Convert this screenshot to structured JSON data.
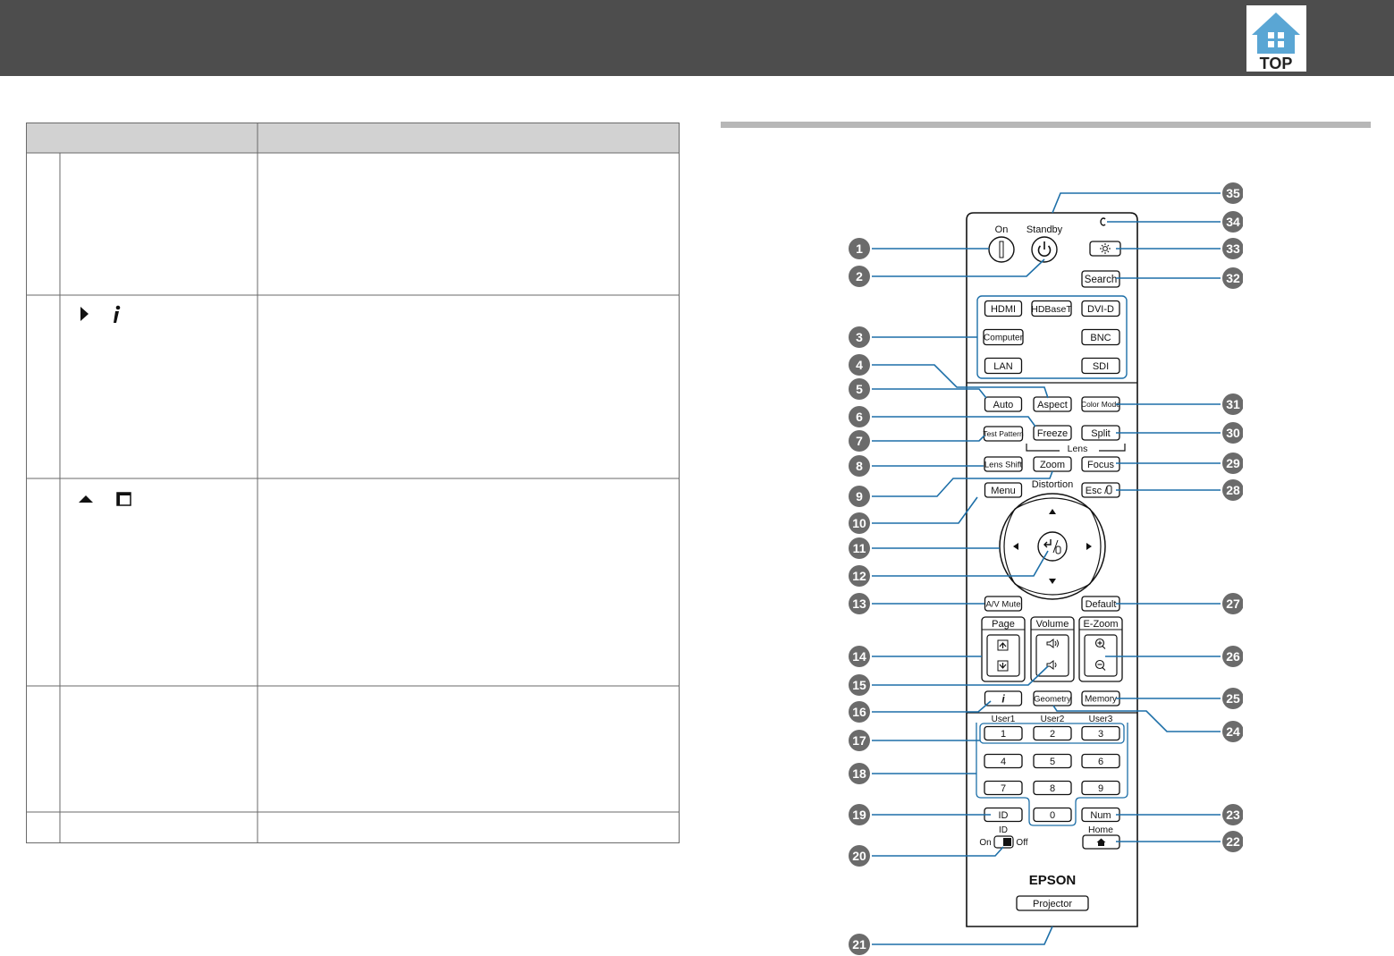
{
  "top_button": {
    "label": "TOP",
    "icon": "house-icon",
    "color": "#5aa6d4"
  },
  "table": {
    "header_fill": "#d2d2d2",
    "rows": [
      {
        "icons": []
      },
      {
        "icons": [
          "triangle-right-icon",
          "info-i-icon"
        ]
      },
      {
        "icons": [
          "triangle-up-icon",
          "window-icon"
        ]
      },
      {
        "icons": []
      },
      {
        "icons": []
      }
    ]
  },
  "remote": {
    "accent": "#1d6fa8",
    "labels": {
      "on": "On",
      "standby": "Standby",
      "lens": "Lens",
      "distortion": "Distortion",
      "page": "Page",
      "volume": "Volume",
      "ezoom": "E-Zoom",
      "user1": "User1",
      "user2": "User2",
      "user3": "User3",
      "id_switch": "ID",
      "id_on": "On",
      "id_off": "Off",
      "home": "Home",
      "brand": "EPSON"
    },
    "buttons": {
      "search": "Search",
      "hdmi": "HDMI",
      "hdbaset": "HDBaseT",
      "dvid": "DVI-D",
      "computer": "Computer",
      "bnc": "BNC",
      "lan": "LAN",
      "sdi": "SDI",
      "auto": "Auto",
      "aspect": "Aspect",
      "color_mode": "Color Mode",
      "freeze": "Freeze",
      "split": "Split",
      "test_pattern": "Test Pattern",
      "lens_shift": "Lens Shift",
      "zoom": "Zoom",
      "focus": "Focus",
      "menu": "Menu",
      "esc": "Esc /",
      "av_mute": "A/V Mute",
      "default": "Default",
      "info": "i",
      "geometry": "Geometry",
      "memory": "Memory",
      "n1": "1",
      "n2": "2",
      "n3": "3",
      "n4": "4",
      "n5": "5",
      "n6": "6",
      "n7": "7",
      "n8": "8",
      "n9": "9",
      "n0": "0",
      "id": "ID",
      "num": "Num",
      "projector": "Projector"
    },
    "callouts": [
      "1",
      "2",
      "3",
      "4",
      "5",
      "6",
      "7",
      "8",
      "9",
      "10",
      "11",
      "12",
      "13",
      "14",
      "15",
      "16",
      "17",
      "18",
      "19",
      "20",
      "21",
      "22",
      "23",
      "24",
      "25",
      "26",
      "27",
      "28",
      "29",
      "30",
      "31",
      "32",
      "33",
      "34",
      "35"
    ]
  }
}
